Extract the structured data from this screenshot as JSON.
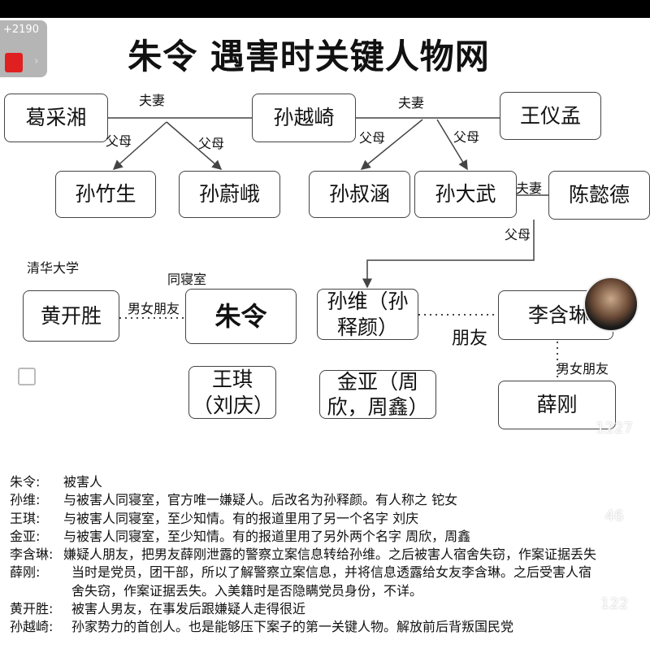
{
  "title": "朱令 遇害时关键人物网",
  "nodes": {
    "ge_caixiang": "葛采湘",
    "sun_yueqi": "孙越崎",
    "wang_yimeng": "王仪孟",
    "sun_zhusheng": "孙竹生",
    "sun_wei_e": "孙蔚峨",
    "sun_shuhan": "孙叔涵",
    "sun_dawu": "孙大武",
    "chen_yide": "陈懿德",
    "huang_kaisheng": "黄开胜",
    "zhu_ling": "朱令",
    "sun_wei": "孙维（孙释颜）",
    "li_hanlin": "李含琳",
    "wang_qi": "王琪（刘庆）",
    "jin_ya": "金亚（周欣，周鑫）",
    "xue_gang": "薛刚"
  },
  "labels": {
    "spouse": "夫妻",
    "parents": "父母",
    "tsinghua": "清华大学",
    "roommates": "同寝室",
    "couple": "男女朋友",
    "friends": "朋友"
  },
  "descriptions": [
    {
      "name": "朱令:",
      "text": "被害人"
    },
    {
      "name": "孙维:",
      "text": "与被害人同寝室，官方唯一嫌疑人。后改名为孙释颜。有人称之 铊女"
    },
    {
      "name": "王琪:",
      "text": "与被害人同寝室，至少知情。有的报道里用了另一个名字 刘庆"
    },
    {
      "name": "金亚:",
      "text": "与被害人同寝室，至少知情。有的报道里用了另外两个名字 周欣，周鑫"
    },
    {
      "name": "李含琳:",
      "text": "嫌疑人朋友，把男友薛刚泄露的警察立案信息转给孙维。之后被害人宿舍失窃，作案证据丢失"
    },
    {
      "name": "薛刚:",
      "text": "当时是党员，团干部，所以了解警察立案信息，并将信息透露给女友李含琳。之后受害人宿舍失窃，作案证据丢失。入美籍时是否隐瞒党员身份，不详。"
    },
    {
      "name": "黄开胜:",
      "text": "被害人男友，在事发后跟嫌疑人走得很近"
    },
    {
      "name": "孙越崎:",
      "text": "孙家势力的首创人。也是能够压下案子的第一关键人物。解放前后背叛国民党"
    }
  ],
  "overlay": {
    "reward_count": "+2190",
    "likes": "1227",
    "comments": "46",
    "favorites": "122"
  },
  "colors": {
    "line": "#444444",
    "reward": "#e02020"
  }
}
